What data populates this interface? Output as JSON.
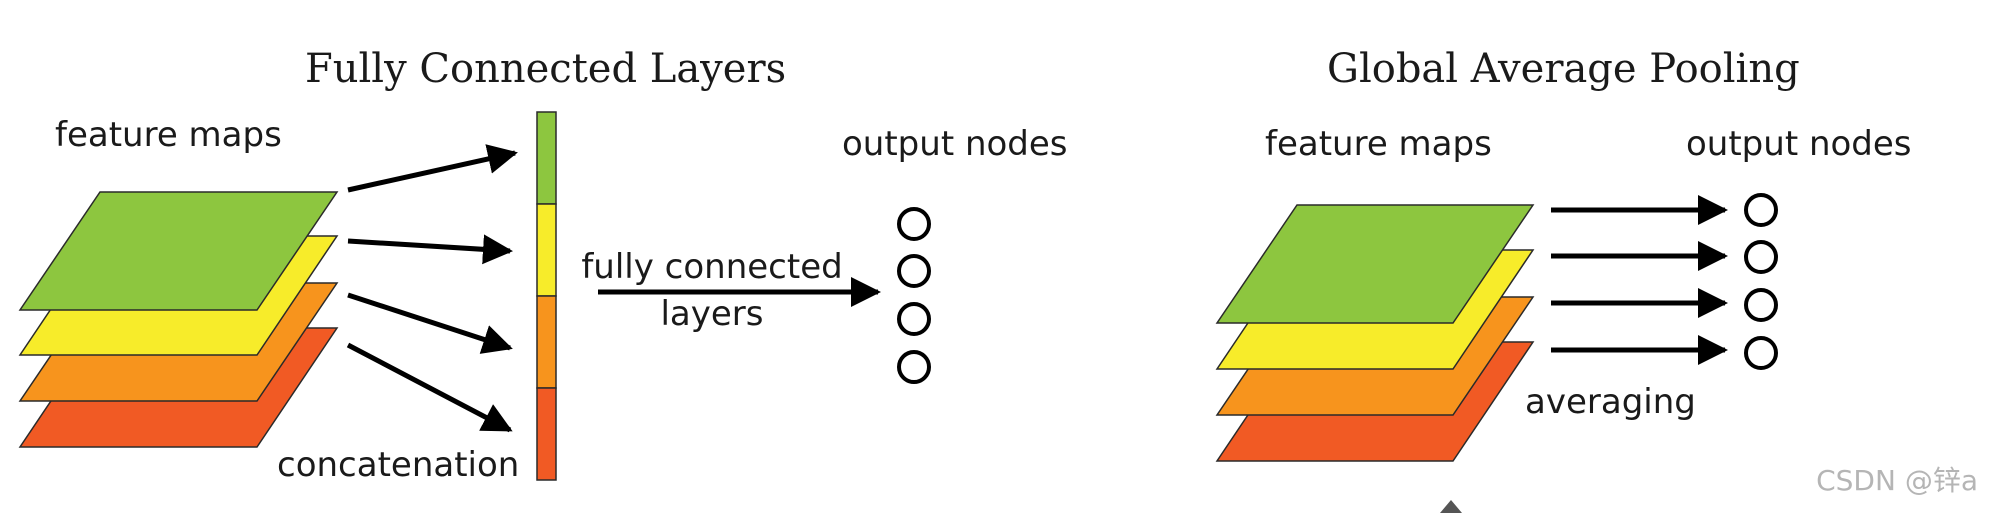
{
  "left_panel": {
    "title": "Fully Connected Layers",
    "feature_maps_label": "feature maps",
    "concat_label": "concatenation",
    "fc_label_line1": "fully connected",
    "fc_label_line2": "layers",
    "output_label": "output nodes"
  },
  "right_panel": {
    "title": "Global Average Pooling",
    "feature_maps_label": "feature maps",
    "averaging_label": "averaging",
    "output_label": "output nodes"
  },
  "layer_colors": [
    "#8dc63f",
    "#f7ec2a",
    "#f7941d",
    "#f15a24"
  ],
  "watermark": "CSDN @锌a"
}
